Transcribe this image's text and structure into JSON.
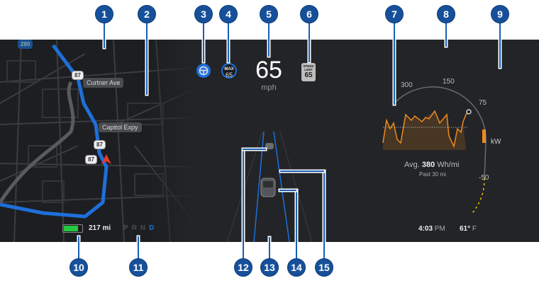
{
  "callouts": {
    "top": [
      "1",
      "2",
      "3",
      "4",
      "5",
      "6",
      "7",
      "8",
      "9"
    ],
    "bottom": [
      "10",
      "11",
      "12",
      "13",
      "14",
      "15"
    ]
  },
  "map": {
    "interstate": "280",
    "labels": [
      "Curtner Ave",
      "Capitol Expy"
    ],
    "highway_shields": [
      "87",
      "87",
      "87"
    ]
  },
  "autosteer": {
    "icon": "steering-wheel-icon",
    "color": "#1e6fd9"
  },
  "set_speed": {
    "label": "MAX",
    "value": "65"
  },
  "speed": {
    "value": "65",
    "unit": "mph"
  },
  "speed_limit": {
    "line1": "SPEED",
    "line2": "LIMIT",
    "value": "65"
  },
  "energy": {
    "ticks": [
      "300",
      "150",
      "75",
      "-50"
    ],
    "unit": "kW",
    "avg_label": "Avg.",
    "avg_value": "380",
    "avg_unit": "Wh/mi",
    "period": "Past 30 mi",
    "accent": "#f08a1c"
  },
  "battery": {
    "range": "217 mi",
    "level_percent": 80,
    "color": "#25c93f"
  },
  "gear": {
    "options": [
      "P",
      "R",
      "N",
      "D"
    ],
    "selected": "D",
    "selected_color": "#1e6fd9"
  },
  "status": {
    "time": "4:03",
    "ampm": "PM",
    "temp": "61°",
    "temp_unit": "F"
  }
}
